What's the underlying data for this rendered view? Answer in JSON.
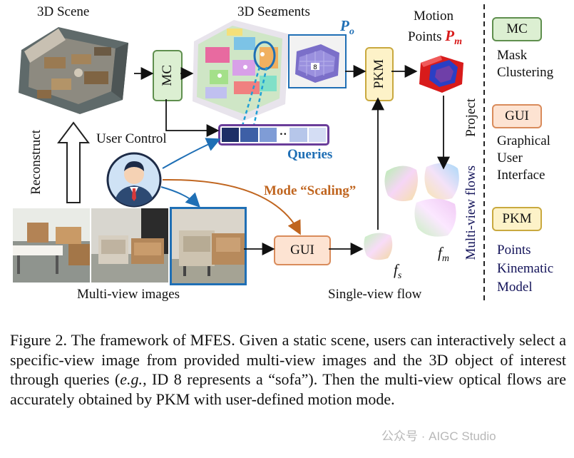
{
  "figure": {
    "scene_title": "3D Scene",
    "segments_title": "3D Segments",
    "po_label": "P",
    "po_sub": "o",
    "motion_points_line1": "Motion",
    "motion_points_line2": "Points",
    "pm_label": "P",
    "pm_sub": "m",
    "mc_box": "MC",
    "pkm_box": "PKM",
    "gui_box": "GUI",
    "reconstruct": "Reconstruct",
    "user_control": "User Control",
    "queries": "Queries",
    "mode_scaling": "Mode “Scaling”",
    "project": "Project",
    "multiview_flows": "Multi-view flows",
    "fs_label": "f",
    "fs_sub": "s",
    "fm_label": "f",
    "fm_sub": "m",
    "single_view_flow": "Single-view flow",
    "multiview_images": "Multi-view images",
    "segment_id": "8"
  },
  "legend": [
    {
      "abbr": "MC",
      "lines": [
        "Mask",
        "Clustering"
      ]
    },
    {
      "abbr": "GUI",
      "lines": [
        "Graphical",
        "User",
        "Interface"
      ]
    },
    {
      "abbr": "PKM",
      "lines": [
        "Points",
        "Kinematic",
        "Model"
      ]
    }
  ],
  "caption": {
    "p1": "Figure 2.  The framework of MFES. Given a static scene, users can interactively select a specific-view image from provided multi-view images and the 3D object of interest through queries (",
    "eg": "e.g.",
    "p2": ", ID 8 represents a “sofa”).  Then the multi-view optical flows are accurately obtained by PKM with user-defined motion mode."
  },
  "watermark": "公众号 · AIGC Studio",
  "colors": {
    "mc_fill": "#dcefd2",
    "gui_fill": "#fde3d2",
    "pkm_fill": "#fdf2c8",
    "accent_blue": "#1f6fb5",
    "accent_red": "#d81b1b",
    "mode_orange": "#c0651f",
    "query_border": "#6a3d9a"
  }
}
